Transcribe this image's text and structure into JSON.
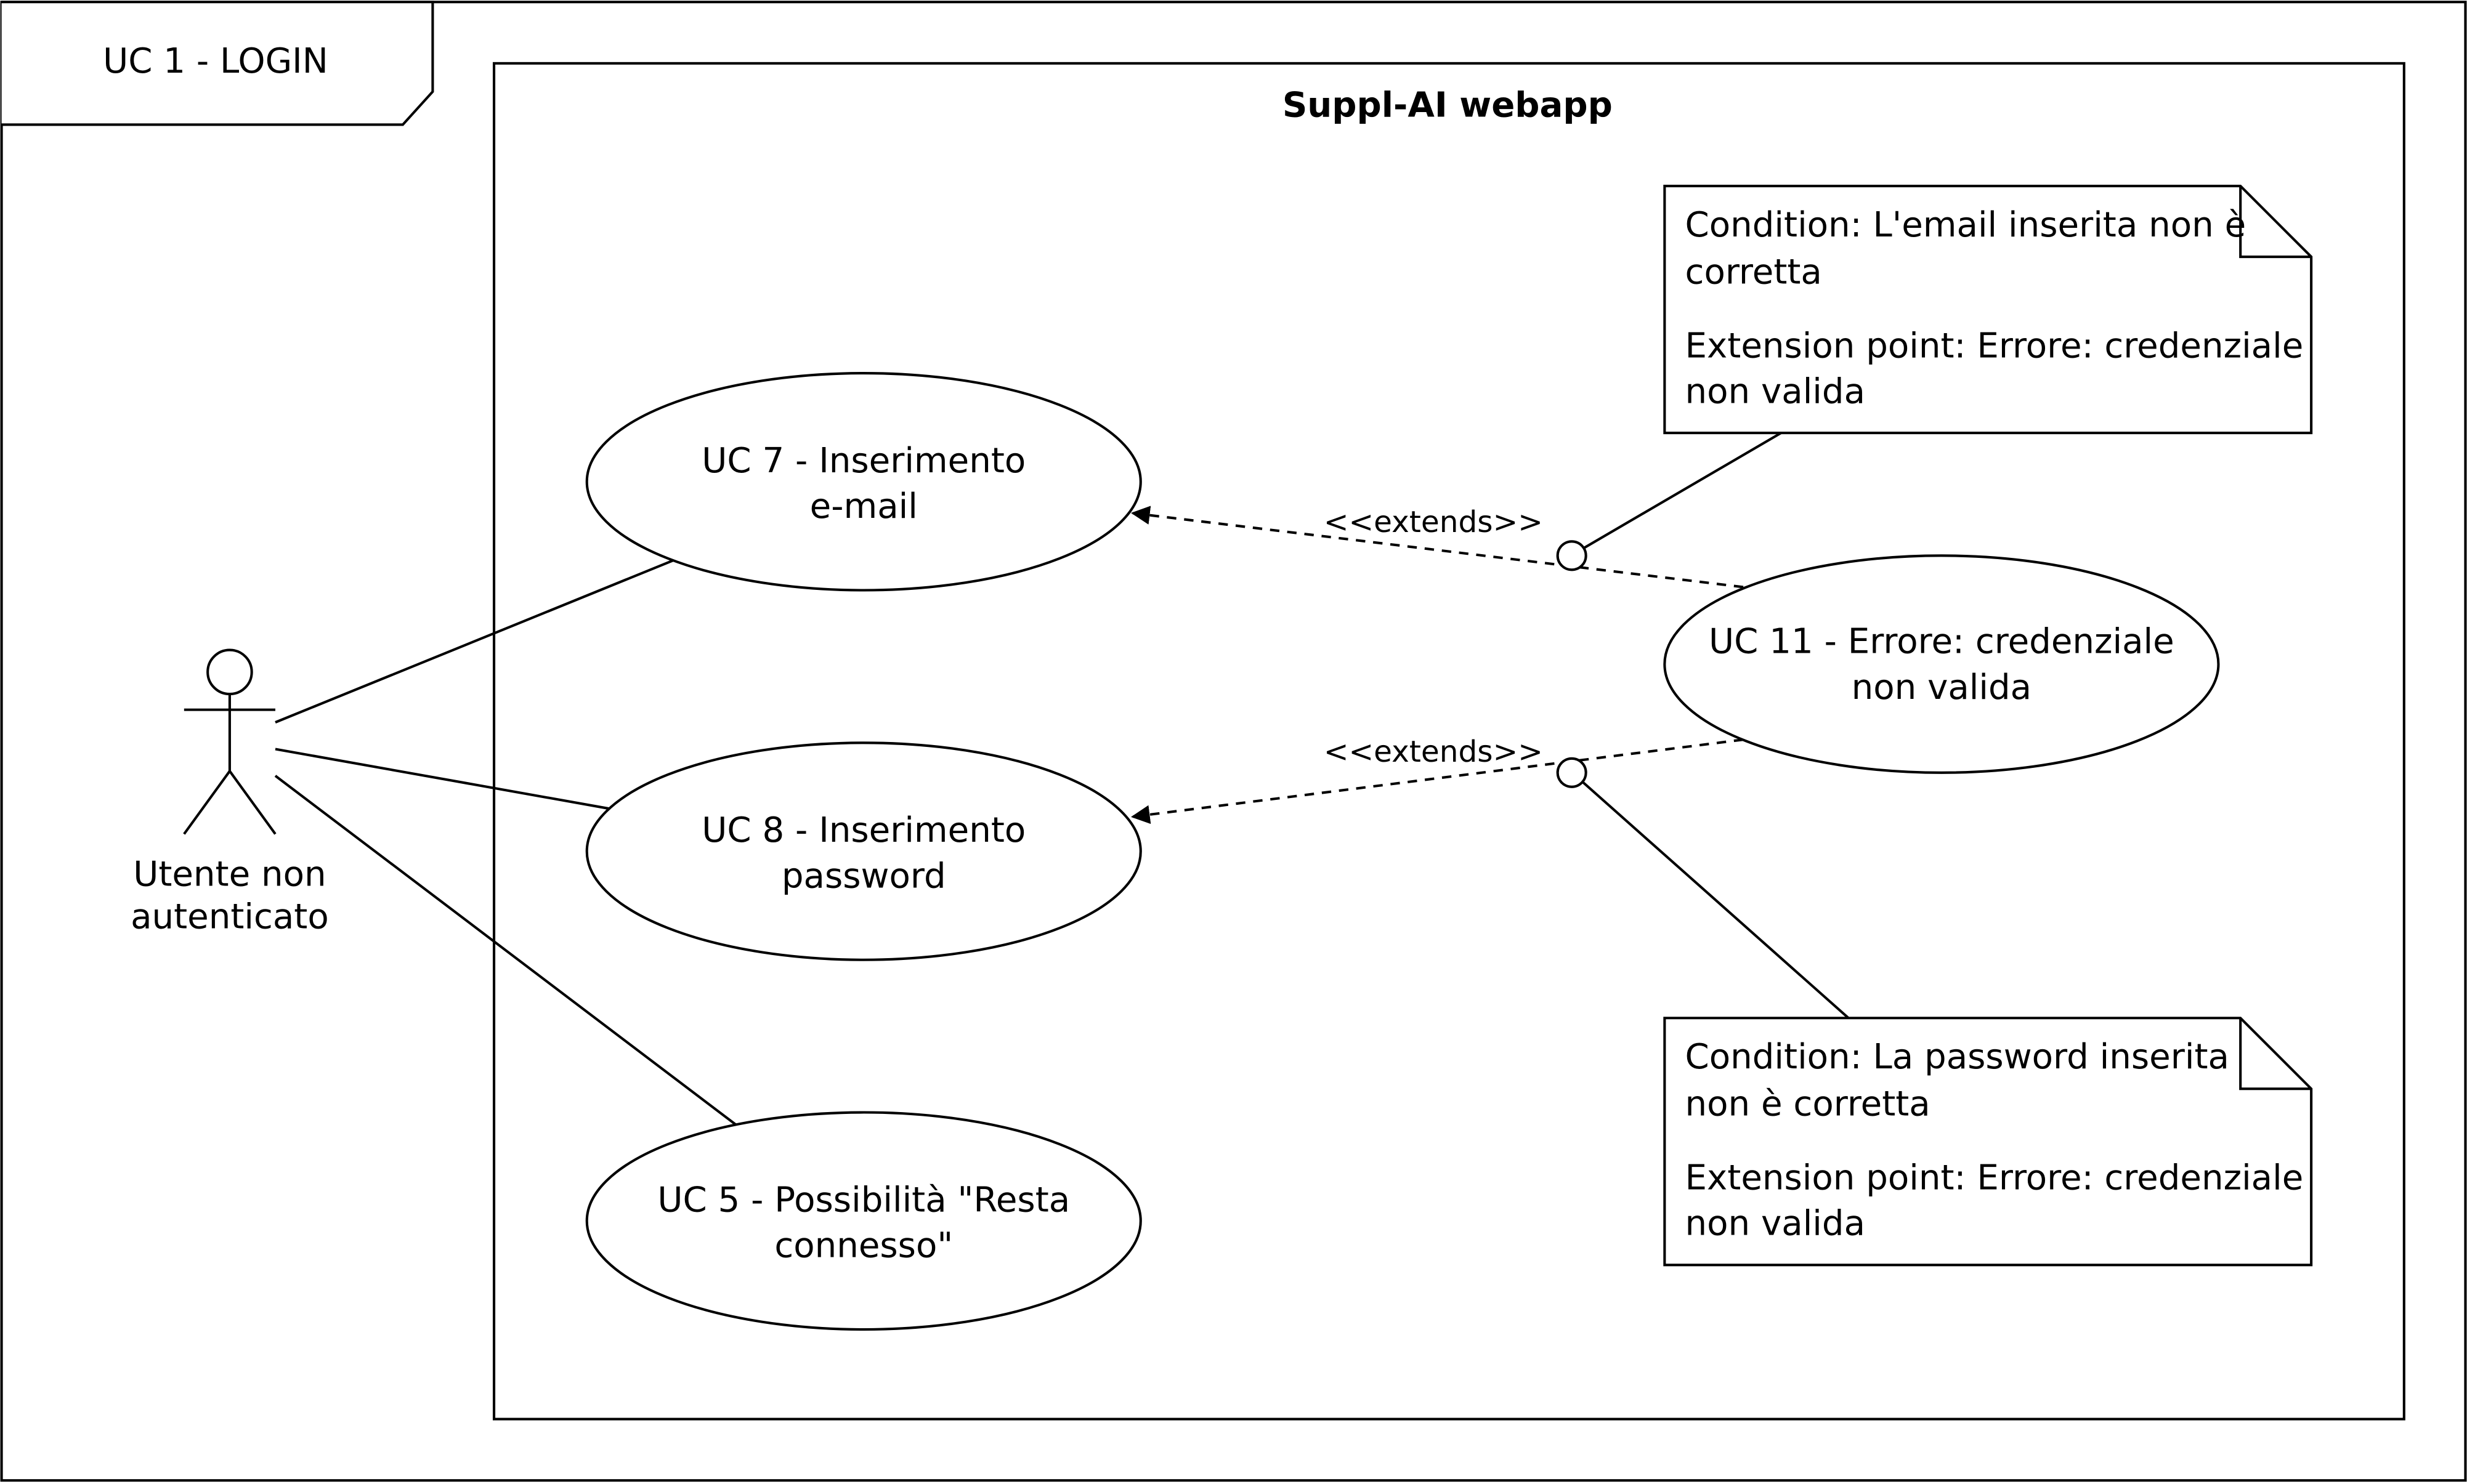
{
  "frame": {
    "label": "UC 1 - LOGIN"
  },
  "system": {
    "title": "Suppl-AI webapp"
  },
  "actor": {
    "line1": "Utente non",
    "line2": "autenticato"
  },
  "use_cases": [
    {
      "id": "uc7",
      "line1": "UC 7 - Inserimento",
      "line2": "e-mail"
    },
    {
      "id": "uc8",
      "line1": "UC 8 - Inserimento",
      "line2": "password"
    },
    {
      "id": "uc5",
      "line1": "UC 5 - Possibilità \"Resta",
      "line2": "connesso\""
    },
    {
      "id": "uc11",
      "line1": "UC 11 - Errore: credenziale",
      "line2": "non valida"
    }
  ],
  "relations": [
    {
      "label": "<<extends>>"
    },
    {
      "label": "<<extends>>"
    }
  ],
  "notes": [
    {
      "condition_l1": "Condition: L'email inserita non è",
      "condition_l2": "corretta",
      "ext_l1": "Extension point: Errore: credenziale",
      "ext_l2": "non valida"
    },
    {
      "condition_l1": "Condition: La password inserita",
      "condition_l2": "non è corretta",
      "ext_l1": "Extension point: Errore: credenziale",
      "ext_l2": "non valida"
    }
  ]
}
